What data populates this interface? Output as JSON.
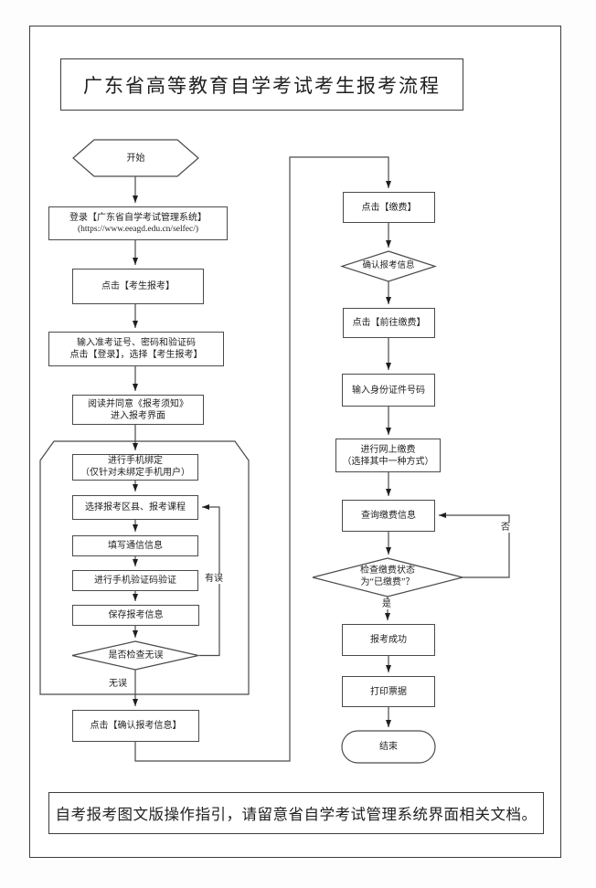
{
  "title": "广东省高等教育自学考试考生报考流程",
  "footer": "自考报考图文版操作指引，请留意省自学考试管理系统界面相关文档。",
  "flow": {
    "start": "开始",
    "login_line1": "登录【广东省自学考试管理系统】",
    "login_line2": "(https://www.eeagd.edu.cn/selfec/)",
    "click_register": "点击【考生报考】",
    "input_line1": "输入准考证号、密码和验证码",
    "input_line2": "点击【登录】，选择【考生报考】",
    "read_line1": "阅读并同意《报考须知》",
    "read_line2": "进入报考界面",
    "bind_line1": "进行手机绑定",
    "bind_line2": "（仅针对未绑定手机用户）",
    "select_course": "选择报考区县、报考课程",
    "fill_contact": "填写通信信息",
    "verify_code": "进行手机验证码验证",
    "save_info": "保存报考信息",
    "check_correct": "是否检查无误",
    "confirm_button": "点击【确认报考信息】",
    "pay": "点击【缴费】",
    "confirm_info": "确认报考信息",
    "goto_pay": "点击【前往缴费】",
    "input_id": "输入身份证件号码",
    "online_pay_line1": "进行网上缴费",
    "online_pay_line2": "（选择其中一种方式）",
    "query_pay": "查询缴费信息",
    "check_pay_line1": "检查缴费状态",
    "check_pay_line2": "为“已缴费”？",
    "success": "报考成功",
    "print_receipt": "打印票据",
    "end": "结束"
  },
  "labels": {
    "error": "有误",
    "ok": "无误",
    "no": "否",
    "yes": "是"
  },
  "colors": {
    "line": "#4a4a4a",
    "frame": "#3d3d3d",
    "text": "#1f1f1f",
    "background": "#ffffff"
  }
}
